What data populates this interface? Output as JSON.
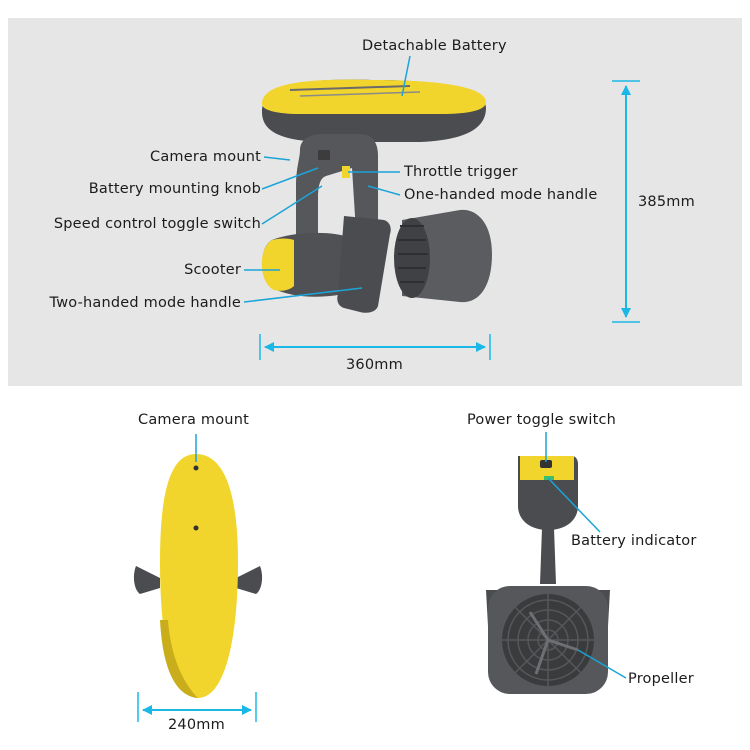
{
  "colors": {
    "panel": "#e6e6e6",
    "yellow": "#f2d52c",
    "dark": "#4a4c4f",
    "callout": "#1aa4d8",
    "dimension": "#1ab8e6"
  },
  "top_view": {
    "labels": {
      "detachable_battery": "Detachable Battery",
      "camera_mount": "Camera mount",
      "battery_mounting_knob": "Battery mounting knob",
      "speed_control_toggle_switch": "Speed control toggle switch",
      "scooter": "Scooter",
      "two_handed_mode_handle": "Two-handed mode handle",
      "throttle_trigger": "Throttle trigger",
      "one_handed_mode_handle": "One-handed mode handle"
    },
    "dimensions": {
      "height": "385mm",
      "length": "360mm"
    }
  },
  "front_view": {
    "labels": {
      "camera_mount": "Camera mount"
    },
    "dimensions": {
      "width": "240mm"
    }
  },
  "rear_view": {
    "labels": {
      "power_toggle_switch": "Power toggle switch",
      "battery_indicator": "Battery indicator",
      "propeller": "Propeller"
    }
  }
}
